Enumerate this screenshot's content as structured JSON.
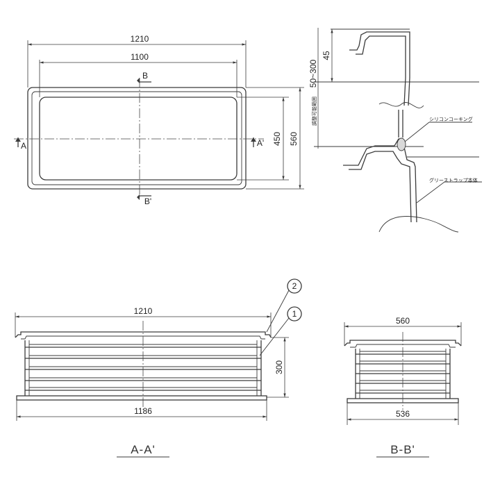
{
  "plan": {
    "dim_outer_width": "1210",
    "dim_inner_width": "1100",
    "dim_inner_depth": "450",
    "dim_outer_depth": "560",
    "section_a": "A",
    "section_a_prime": "A'",
    "section_b": "B",
    "section_b_prime": "B'"
  },
  "detail": {
    "dim_frame_height": "45",
    "dim_adjust_range": "50~300",
    "adjust_label": "調整可能範囲",
    "label_sealant": "シリコンコーキング",
    "label_body": "グリーストラップ本体"
  },
  "section_a": {
    "dim_top_width": "1210",
    "dim_bottom_width": "1186",
    "dim_height": "300",
    "balloon_1": "1",
    "balloon_2": "2",
    "title": "A-A'"
  },
  "section_b": {
    "dim_top_width": "560",
    "dim_bottom_width": "536",
    "title": "B-B'"
  }
}
